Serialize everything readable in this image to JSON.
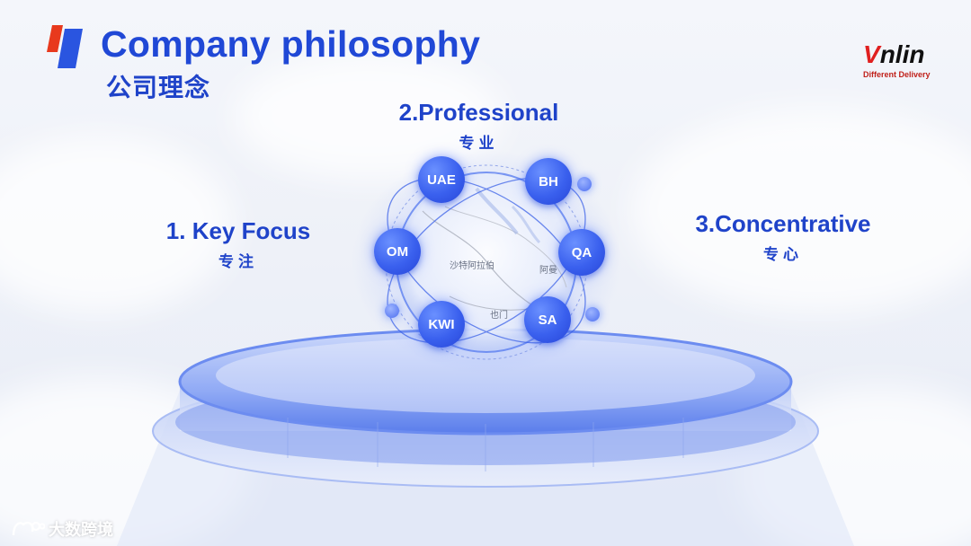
{
  "header": {
    "title_en": "Company philosophy",
    "title_zh": "公司理念"
  },
  "logo": {
    "mark_v": "V",
    "mark_rest": "nlin",
    "tagline": "Different Delivery"
  },
  "concepts": [
    {
      "en": "1. Key Focus",
      "zh": "专注"
    },
    {
      "en": "2.Professional",
      "zh": "专业"
    },
    {
      "en": "3.Concentrative",
      "zh": "专心"
    }
  ],
  "nodes": [
    "UAE",
    "BH",
    "OM",
    "QA",
    "KWI",
    "SA"
  ],
  "map_labels": [
    "沙特阿拉伯",
    "阿曼",
    "也门"
  ],
  "watermark": "大数跨境",
  "colors": {
    "primary_blue": "#2048d6",
    "node_blue": "#3a60ee",
    "accent_red": "#e8391d",
    "accent_blue": "#2a55e0"
  }
}
